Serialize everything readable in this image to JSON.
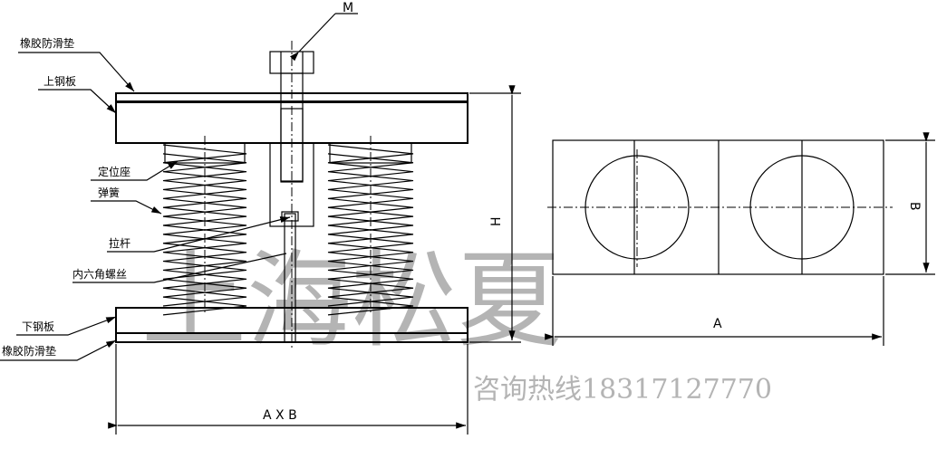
{
  "labels": {
    "top_rubber_pad": "橡胶防滑垫",
    "upper_steel_plate": "上钢板",
    "positioning_seat": "定位座",
    "spring": "弹簧",
    "tie_rod": "拉杆",
    "hex_socket_screw": "内六角螺丝",
    "lower_steel_plate": "下钢板",
    "bottom_rubber_pad": "橡胶防滑垫",
    "bolt": "M"
  },
  "dimensions": {
    "height": "H",
    "footprint": "A X B",
    "length": "A",
    "width": "B"
  },
  "watermark": {
    "brand": "上海松夏",
    "hotline": "咨询热线18317127770"
  }
}
